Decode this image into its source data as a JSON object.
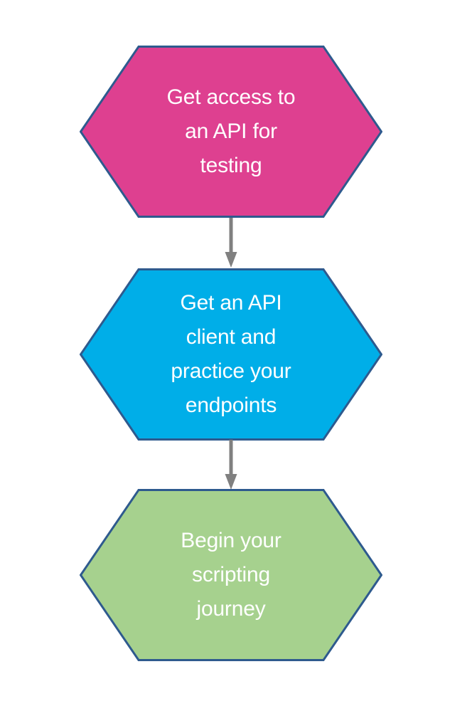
{
  "diagram": {
    "type": "flowchart",
    "orientation": "vertical-top-to-bottom",
    "background_color": "#FFFFFF",
    "node_border_color": "#2E5A8E",
    "node_border_width": 3,
    "node_text_color": "#FFFFFF",
    "connector_color": "#808080",
    "nodes": [
      {
        "id": "node-1",
        "shape": "hexagon",
        "label": "Get access to\nan API for\ntesting",
        "lines": [
          "Get access to",
          "an API for",
          "testing"
        ],
        "fill_color": "#DE4090",
        "border_color": "#2E5A8E",
        "text_color": "#FFFFFF"
      },
      {
        "id": "node-2",
        "shape": "hexagon",
        "label": "Get an API\nclient and\npractice your\nendpoints",
        "lines": [
          "Get an API",
          "client and",
          "practice your",
          "endpoints"
        ],
        "fill_color": "#00AEE8",
        "border_color": "#2E5A8E",
        "text_color": "#FFFFFF"
      },
      {
        "id": "node-3",
        "shape": "hexagon",
        "label": "Begin your\nscripting\njourney",
        "lines": [
          "Begin your",
          "scripting",
          "journey"
        ],
        "fill_color": "#A6D18E",
        "border_color": "#2E5A8E",
        "text_color": "#FFFFFF"
      }
    ],
    "connectors": [
      {
        "id": "connector-1",
        "from": "node-1",
        "to": "node-2",
        "style": "solid-arrow-down",
        "color": "#808080"
      },
      {
        "id": "connector-2",
        "from": "node-2",
        "to": "node-3",
        "style": "solid-arrow-down",
        "color": "#808080"
      }
    ]
  }
}
